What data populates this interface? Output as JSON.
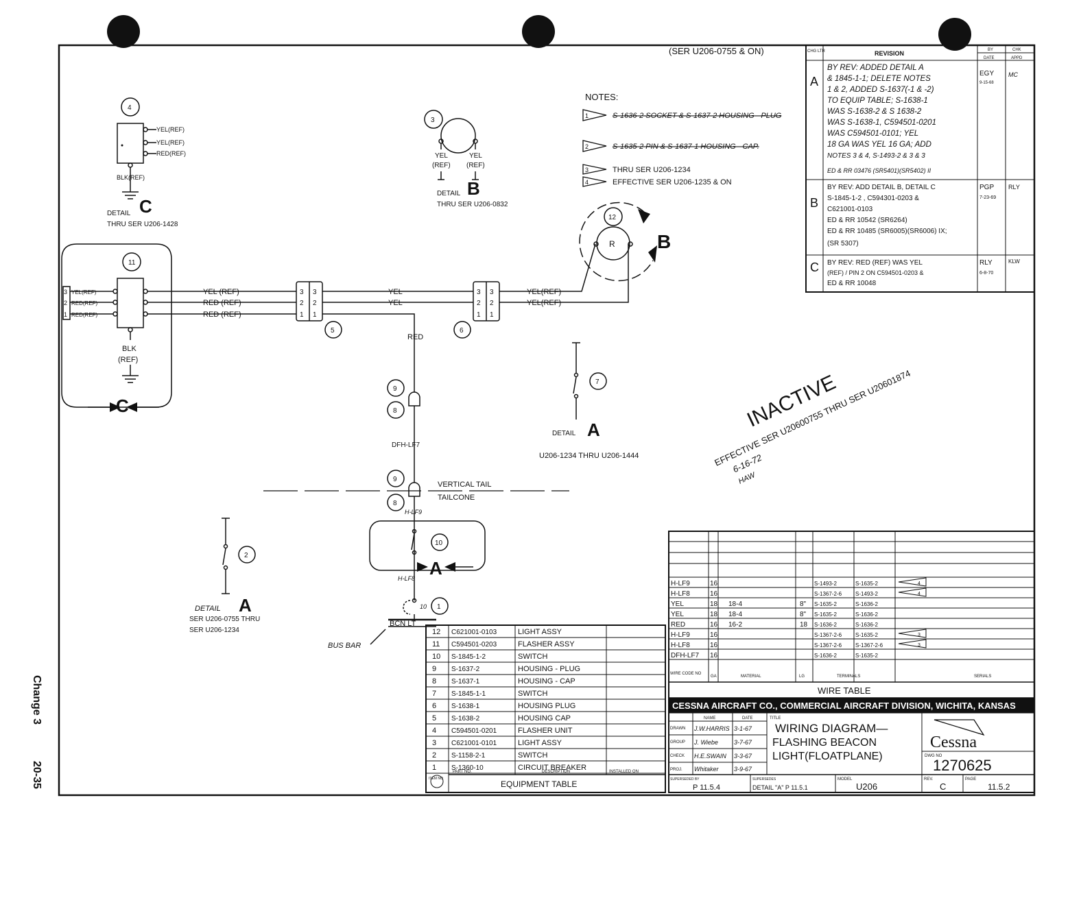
{
  "serial_note": "(SER U206-0755 & ON)",
  "notes": {
    "heading": "NOTES:",
    "items": [
      {
        "sym": "1",
        "text": "S-1636-2 SOCKET & S-1637-2 HOUSING - PLUG"
      },
      {
        "sym": "2",
        "text": "S-1635-2 PIN & S-1637-1 HOUSING - CAP."
      },
      {
        "sym": "3",
        "text": "THRU SER U206-1234"
      },
      {
        "sym": "4",
        "text": "EFFECTIVE SER U206-1235 & ON"
      }
    ]
  },
  "revision": {
    "headers": {
      "chg": "CHG LTR",
      "rev": "REVISION",
      "by": "BY",
      "date": "DATE",
      "chk": "CHK",
      "appd": "APPD"
    },
    "rows": [
      {
        "ltr": "A",
        "lines": [
          "BY REV: ADDED DETAIL A",
          "& 1845-1-1; DELETE NOTES",
          "1 & 2, ADDED S-1637(-1 & -2)",
          "TO EQUIP TABLE; S-1638-1",
          "WAS S-1638-2 & S 1638-2",
          "WAS S-1638-1, C594501-0201",
          "WAS C594501-0101; YEL",
          "18 GA WAS YEL 16 GA; ADD",
          "NOTES 3 & 4, S-1493-2 & 3 & 3",
          "ED & RR 03476 (SR5401)(SR5402) II"
        ],
        "by": "EGY",
        "date": "9-15-68",
        "chk": "MC"
      },
      {
        "ltr": "B",
        "lines": [
          "BY REV: ADD DETAIL B, DETAIL C",
          "S-1845-1-2 , C594301-0203 &",
          "C621001-0103",
          "ED & RR 10542 (SR6264)",
          "ED & RR 10485 (SR6005)(SR6006) IX;",
          "(SR 5307)"
        ],
        "by": "PGP",
        "date": "7-23-69",
        "chk": "RLY"
      },
      {
        "ltr": "C",
        "lines": [
          "BY REV: RED (REF) WAS YEL",
          "(REF) / PIN 2 ON C594501-0203 &",
          "ED & RR 10048"
        ],
        "by": "RLY",
        "date": "6-8-70",
        "chk": "KLW"
      }
    ]
  },
  "details": {
    "c_top": {
      "title": "DETAIL",
      "letter": "C",
      "sub": "THRU SER U206-1428",
      "labels": [
        "YEL(REF)",
        "YEL(REF)",
        "RED(REF)",
        "BLK(REF)"
      ]
    },
    "b_top": {
      "title": "DETAIL",
      "letter": "B",
      "sub": "THRU SER U206-0832",
      "labels": [
        "YEL",
        "(REF)",
        "YEL",
        "(REF)"
      ]
    },
    "a_right": {
      "title": "DETAIL",
      "letter": "A",
      "sub": "U206-1234 THRU U206-1444"
    },
    "a_left": {
      "title": "DETAIL",
      "letter": "A",
      "sub1": "SER U206-0755 THRU",
      "sub2": "SER U206-1234"
    }
  },
  "main": {
    "flasher_pins": [
      "3",
      "2",
      "1"
    ],
    "flasher_pin_labels": [
      "YEL(REF)",
      "RED(REF)",
      "RED(REF)"
    ],
    "flasher_out": [
      "YEL (REF)",
      "RED (REF)",
      "RED (REF)"
    ],
    "flasher_gnd": [
      "BLK",
      "(REF)"
    ],
    "conn_pins": [
      "3",
      "2",
      "1"
    ],
    "mid_wires": [
      "YEL",
      "YEL"
    ],
    "light_wires": [
      "YEL(REF)",
      "YEL(REF)"
    ],
    "light_letter": "R",
    "red_wire": "RED",
    "dfh": "DFH-LF7",
    "vertical_tail": "VERTICAL TAIL",
    "tailcone": "TAILCONE",
    "hlf9": "H-LF9",
    "hlf8": "H-LF8",
    "bcn": "BCN LT",
    "bus_bar": "BUS BAR",
    "letter_c": "C",
    "letter_a": "A",
    "letter_b": "B",
    "callouts": {
      "n1": "1",
      "n2": "2",
      "n3": "3",
      "n4": "4",
      "n5": "5",
      "n6": "6",
      "n7": "7",
      "n8": "8",
      "n9": "9",
      "n10": "10",
      "n11": "11",
      "n12": "12"
    }
  },
  "inactive": {
    "word": "INACTIVE",
    "line1": "EFFECTIVE SER U20600755 THRU SER U20601874",
    "line2": "6-16-72",
    "initials": "HAW"
  },
  "equipment": {
    "title": "EQUIPMENT TABLE",
    "headers": {
      "no": "ITEM NO",
      "part": "PART NO.",
      "desc": "DESCRIPTION",
      "inst": "INSTALLED ON"
    },
    "rows": [
      {
        "no": "12",
        "part": "C621001-0103",
        "desc": "LIGHT ASSY"
      },
      {
        "no": "11",
        "part": "C594501-0203",
        "desc": "FLASHER ASSY"
      },
      {
        "no": "10",
        "part": "S-1845-1-2",
        "desc": "SWITCH"
      },
      {
        "no": "9",
        "part": "S-1637-2",
        "desc": "HOUSING - PLUG"
      },
      {
        "no": "8",
        "part": "S-1637-1",
        "desc": "HOUSING - CAP"
      },
      {
        "no": "7",
        "part": "S-1845-1-1",
        "desc": "SWITCH"
      },
      {
        "no": "6",
        "part": "S-1638-1",
        "desc": "HOUSING PLUG"
      },
      {
        "no": "5",
        "part": "S-1638-2",
        "desc": "HOUSING CAP"
      },
      {
        "no": "4",
        "part": "C594501-0201",
        "desc": "FLASHER UNIT"
      },
      {
        "no": "3",
        "part": "C621001-0101",
        "desc": "LIGHT ASSY"
      },
      {
        "no": "2",
        "part": "S-1158-2-1",
        "desc": "SWITCH"
      },
      {
        "no": "1",
        "part": "S-1360-10",
        "desc": "CIRCUIT BREAKER"
      }
    ]
  },
  "wire_table": {
    "title": "WIRE TABLE",
    "headers": {
      "code": "WIRE CODE NO",
      "ga": "GA",
      "mat": "MATERIAL",
      "lg": "LG",
      "term": "TERMINALS",
      "ser": "SERIALS"
    },
    "rows": [
      {
        "code": "H-LF9",
        "ga": "16",
        "mat": "",
        "lg": "",
        "t1": "S-1493-2",
        "t2": "S-1635-2",
        "note": "4"
      },
      {
        "code": "H-LF8",
        "ga": "16",
        "mat": "",
        "lg": "",
        "t1": "S-1367-2-6",
        "t2": "S-1493-2",
        "note": "4"
      },
      {
        "code": "YEL",
        "ga": "18",
        "mat": "18-4",
        "lg": "8\"",
        "t1": "S-1635-2",
        "t2": "S-1636-2",
        "note": ""
      },
      {
        "code": "YEL",
        "ga": "18",
        "mat": "18-4",
        "lg": "8\"",
        "t1": "S-1635-2",
        "t2": "S-1636-2",
        "note": ""
      },
      {
        "code": "RED",
        "ga": "16",
        "mat": "16-2",
        "lg": "18",
        "t1": "S-1636-2",
        "t2": "S-1636-2",
        "note": ""
      },
      {
        "code": "H-LF9",
        "ga": "16",
        "mat": "",
        "lg": "",
        "t1": "S-1367-2-6",
        "t2": "S-1635-2",
        "note": "3"
      },
      {
        "code": "H-LF8",
        "ga": "16",
        "mat": "",
        "lg": "",
        "t1": "S-1367-2-6",
        "t2": "S-1367-2-6",
        "note": "3"
      },
      {
        "code": "DFH-LF7",
        "ga": "16",
        "mat": "",
        "lg": "",
        "t1": "S-1636-2",
        "t2": "S-1635-2",
        "note": ""
      }
    ]
  },
  "title_block": {
    "company": "CESSNA AIRCRAFT CO., COMMERCIAL AIRCRAFT DIVISION, WICHITA, KANSAS",
    "name_h": "NAME",
    "date_h": "DATE",
    "title_h": "TITLE",
    "drawn": {
      "role": "DRAWN",
      "name": "J.W.HARRIS",
      "date": "3-1-67"
    },
    "group": {
      "role": "GROUP",
      "name": "J. Wiebe",
      "date": "3-7-67"
    },
    "check": {
      "role": "CHECK",
      "name": "H.E.SWAIN",
      "date": "3-3-67"
    },
    "proj": {
      "role": "PROJ.",
      "name": "Whitaker",
      "date": "3-9-67"
    },
    "title1": "WIRING DIAGRAM—",
    "title2": "FLASHING BEACON",
    "title3": "LIGHT(FLOATPLANE)",
    "logo": "Cessna",
    "dwg_label": "DWG NO",
    "dwg_no": "1270625",
    "superseded_label": "SUPERSEDED BY",
    "superseded": "P 11.5.4",
    "supersedes_label": "SUPERSEDES",
    "supersedes": "DETAIL \"A\" P 11.5.1",
    "model_label": "MODEL",
    "model": "U206",
    "rev_label": "REV.",
    "rev": "C",
    "page_label": "PAGE",
    "page": "11.5.2"
  },
  "side": {
    "change": "Change 3",
    "page": "20-35"
  }
}
